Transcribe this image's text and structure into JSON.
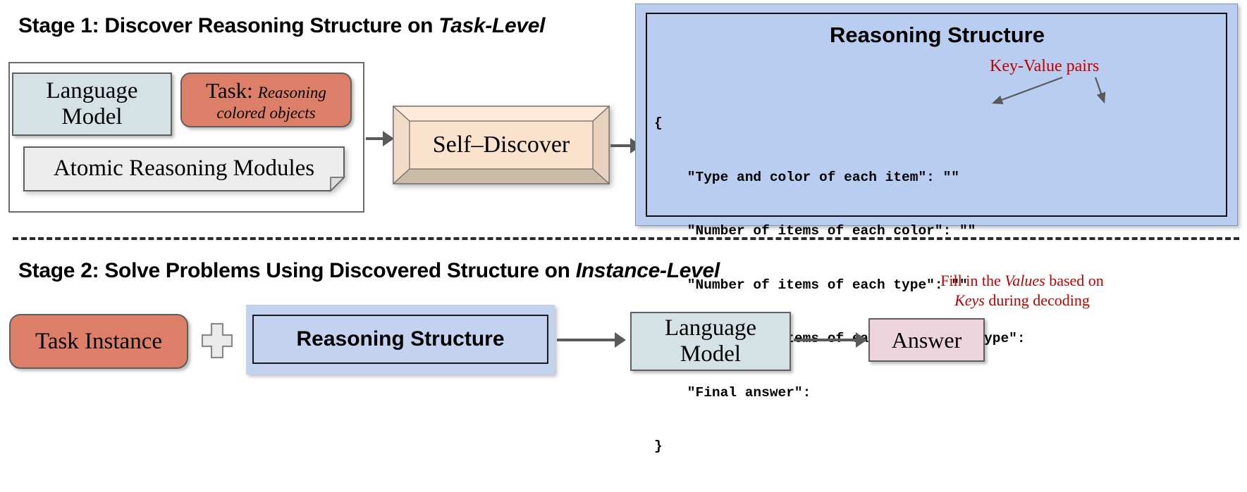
{
  "stage1": {
    "title_main": "Stage 1: Discover Reasoning Structure on ",
    "title_italic": "Task-Level",
    "language_model": "Language\nModel",
    "language_model_line1": "Language",
    "language_model_line2": "Model",
    "task_label": "Task:",
    "task_value_line1": "Reasoning",
    "task_value_line2": "colored objects",
    "atomic_modules": "Atomic Reasoning Modules",
    "self_discover": "Self–Discover"
  },
  "reasoning_structure_panel": {
    "heading": "Reasoning Structure",
    "annotation": "Key-Value pairs",
    "code_lines": [
      "{",
      "    \"Type and color of each item\": \"\"",
      "    \"Number of items of each color\": \"\"",
      "    \"Number of items of each type\": \"\"",
      "    \"Number of items of each color and type\":",
      "    \"Final answer\":",
      "}"
    ]
  },
  "stage2": {
    "title_main": "Stage 2: Solve Problems Using Discovered Structure on ",
    "title_italic": "Instance-Level",
    "task_instance": "Task Instance",
    "plus_icon": "plus-icon",
    "reasoning_structure": "Reasoning Structure",
    "language_model_line1": "Language",
    "language_model_line2": "Model",
    "answer": "Answer",
    "note_line1_a": "Fill in the ",
    "note_line1_b": "Values",
    "note_line1_c": " based on",
    "note_line2_a": "Keys",
    "note_line2_b": " during decoding"
  },
  "colors": {
    "task_red": "#dd7f68",
    "language_model_blue": "#d4e2e5",
    "panel_blue": "#b9cdf0",
    "structure_blue": "#c3d3ef",
    "answer_pink": "#ecd3dc",
    "self_discover_peach": "#fbe2cd",
    "annotation_red": "#c00000",
    "module_gray": "#ececec"
  }
}
